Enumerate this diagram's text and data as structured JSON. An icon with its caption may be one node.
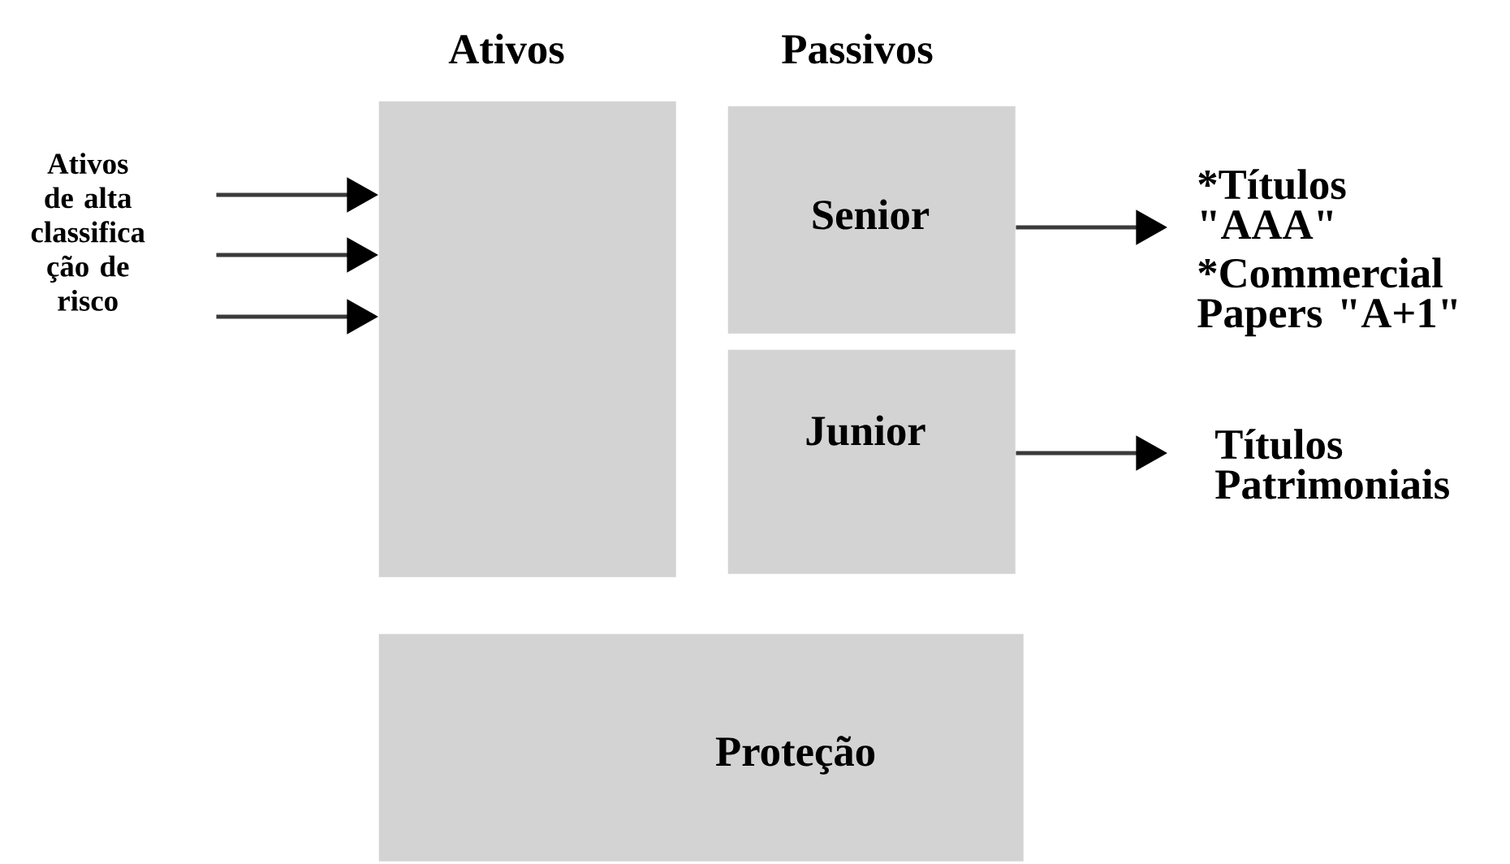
{
  "diagram": {
    "nodes": [
      {
        "text": [
          "Ativos"
        ]
      },
      {
        "text": [
          "Senior"
        ]
      },
      {
        "text": [
          "Junior"
        ]
      },
      {
        "text": [
          "Proteção"
        ]
      },
      {
        "text": [
          "Ativos de alta classifica ção de risco"
        ]
      },
      {
        "text": [
          "*Títulos \"AAA\"",
          "*Commercial Papers \"A+1\""
        ]
      },
      {
        "text": [
          "Títulos Patrimoniais"
        ]
      }
    ],
    "edges": [
      {
        "from": 4,
        "to": 0,
        "arrow": "to"
      },
      {
        "from": 4,
        "to": 0,
        "arrow": "to"
      },
      {
        "from": 4,
        "to": 0,
        "arrow": "to"
      },
      {
        "from": 1,
        "to": 5,
        "arrow": "to"
      },
      {
        "from": 2,
        "to": 6,
        "arrow": "to"
      }
    ],
    "labels": [
      "Passivos"
    ]
  }
}
